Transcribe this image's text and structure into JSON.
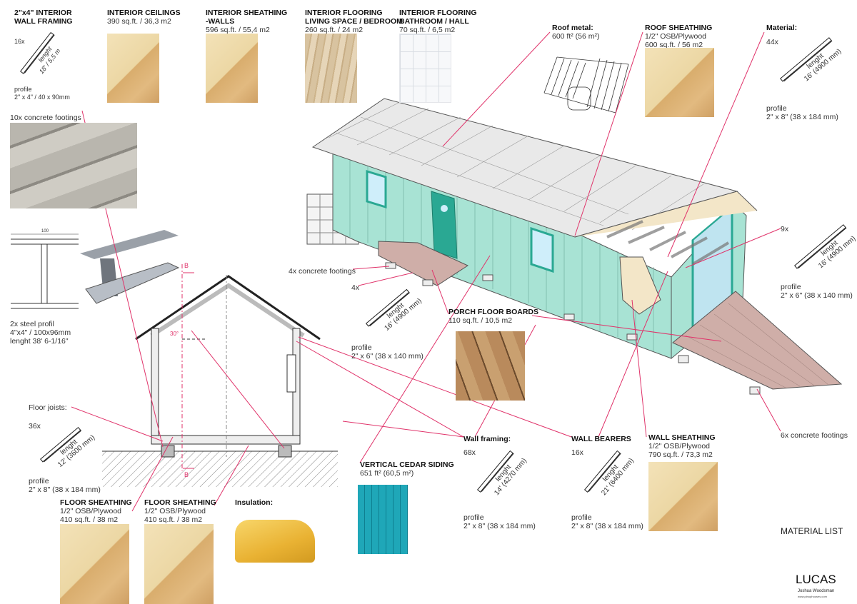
{
  "interior_wall_framing": {
    "title1": "2\"x4\" INTERIOR",
    "title2": "WALL FRAMING",
    "count": "16x",
    "length_word": "lenght",
    "length": "18' / 5,5 m",
    "profile_label": "profile",
    "profile": "2\" x 4\" / 40 x 90mm"
  },
  "interior_ceilings": {
    "title": "INTERIOR CEILINGS",
    "area": "390 sq.ft. /  36,3 m2"
  },
  "interior_sheathing": {
    "title1": "INTERIOR SHEATHING",
    "title2": "-WALLS",
    "area": "596 sq.ft. / 55,4 m2"
  },
  "interior_flooring_living": {
    "title1": "INTERIOR FLOORING",
    "title2": "LIVING SPACE / BEDROOM",
    "area": "260 sq.ft. / 24 m2"
  },
  "interior_flooring_bath": {
    "title1": "INTERIOR FLOORING",
    "title2": "BATHROOM / HALL",
    "area": "70 sq.ft. / 6,5 m2"
  },
  "roof_metal": {
    "title": "Roof metal:",
    "area": "600 ft² (56 m²)"
  },
  "roof_sheathing": {
    "title": "ROOF SHEATHING",
    "spec": "1/2\" OSB/Plywood",
    "area": "600 sq.ft.  / 56 m2"
  },
  "roof_material": {
    "title": "Material:",
    "count": "44x",
    "length_word": "lenght",
    "length": "16' (4900 mm)",
    "profile_label": "profile",
    "profile": "2\" x 8\" (38 x 184 mm)"
  },
  "concrete_footings_10": {
    "label": "10x concrete footings"
  },
  "steel_profile": {
    "dim": "100",
    "line1": "2x steel profil",
    "line2": "4\"x4\" / 100x96mm",
    "line3": "lenght 38' 6-1/16\""
  },
  "floor_joists": {
    "title": "Floor joists:",
    "count": "36x",
    "length_word": "lenght",
    "length": "12' (3600 mm)",
    "profile_label": "profile",
    "profile": "2\" x 8\" (38 x 184 mm)"
  },
  "floor_sheathing": [
    {
      "title": "FLOOR SHEATHING",
      "spec": "1/2\" OSB/Plywood",
      "area": "410 sq.ft.  / 38 m2"
    },
    {
      "title": "FLOOR SHEATHING",
      "spec": "1/2\" OSB/Plywood",
      "area": "410 sq.ft.  / 38 m2"
    }
  ],
  "insulation": {
    "title": "Insulation:"
  },
  "section": {
    "angle": "30°",
    "marker": "B"
  },
  "porch": {
    "footings": "4x concrete footings",
    "count": "4x",
    "length_word": "lenght",
    "length": "16' (4900 mm)",
    "profile_label": "profile",
    "profile": "2\" x 6\" (38 x 140 mm)"
  },
  "porch_floor_boards": {
    "title": "PORCH FLOOR BOARDS",
    "area": "110 sq.ft. / 10,5 m2"
  },
  "deck": {
    "count": "9x",
    "length_word": "lenght",
    "length": "16' (4900 mm)",
    "profile_label": "profile",
    "profile": "2\" x 6\" (38 x 140 mm)",
    "footings": "6x concrete footings"
  },
  "vertical_cedar_siding": {
    "title": "VERTICAL CEDAR SIDING",
    "area": "651 ft² (60,5 m²)"
  },
  "wall_framing": {
    "title": "Wall framing:",
    "count": "68x",
    "length_word": "lenght",
    "length": "14' (4270 mm)",
    "profile_label": "profile",
    "profile": "2\" x 8\" (38 x 184 mm)"
  },
  "wall_bearers": {
    "title": "WALL  BEARERS",
    "count": "16x",
    "length_word": "lenght",
    "length": "21' (6400 mm)",
    "profile_label": "profile",
    "profile": "2\" x 8\" (38 x 184 mm)"
  },
  "wall_sheathing": {
    "title": "WALL SHEATHING",
    "spec": "1/2\" OSB/Plywood",
    "area": "790 sq.ft.  / 73,3 m2"
  },
  "footer": {
    "heading": "MATERIAL LIST",
    "brand": "LUCAS",
    "author": "Joshua Woodsman",
    "website": "www.pinuphouses.com"
  },
  "colors": {
    "leader": "#e0336a",
    "siding": "#a8e3d4",
    "roof": "#e6e6e6",
    "deck": "#cfaea8",
    "trim": "#2aa893"
  }
}
